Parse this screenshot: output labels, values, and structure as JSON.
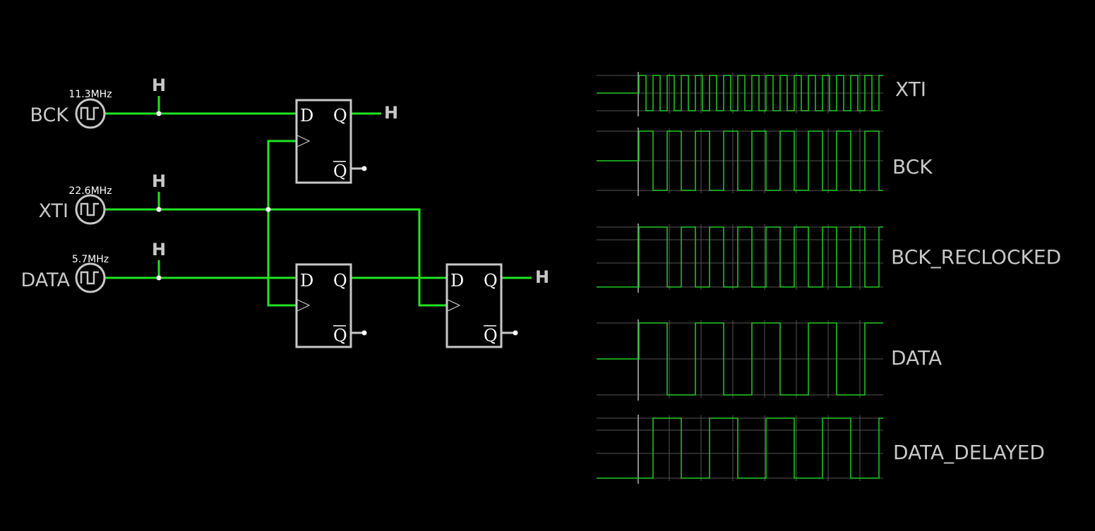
{
  "sources": [
    {
      "name": "BCK",
      "freq": "11.3MHz",
      "probe": "H"
    },
    {
      "name": "XTI",
      "freq": "22.6MHz",
      "probe": "H"
    },
    {
      "name": "DATA",
      "freq": "5.7MHz",
      "probe": "H"
    }
  ],
  "flipflops": [
    {
      "d": "D",
      "q": "Q",
      "qbar": "Q",
      "out_probe": "H"
    },
    {
      "d": "D",
      "q": "Q",
      "qbar": "Q"
    },
    {
      "d": "D",
      "q": "Q",
      "qbar": "Q",
      "out_probe": "H"
    }
  ],
  "traces": [
    {
      "name": "XTI",
      "edges": [
        905,
        915,
        925,
        935,
        945,
        955,
        965,
        975,
        985,
        995,
        1005,
        1015,
        1025,
        1035,
        1045,
        1055,
        1065,
        1075,
        1085,
        1095,
        1105,
        1115,
        1125,
        1135,
        1145,
        1155,
        1165,
        1175,
        1185,
        1195,
        1205,
        1215,
        1225,
        1235,
        1245
      ],
      "grid": [
        948,
        993,
        1038,
        1083,
        1128,
        1173,
        1218
      ]
    },
    {
      "name": "BCK",
      "edges": [
        905,
        925,
        945,
        965,
        985,
        1005,
        1025,
        1045,
        1065,
        1085,
        1105,
        1125,
        1145,
        1165,
        1185,
        1205,
        1225,
        1245
      ],
      "grid": [
        948,
        993,
        1038,
        1083,
        1128,
        1173,
        1218
      ]
    },
    {
      "name": "BCK_RECLOCKED",
      "edges": [
        905,
        945,
        965,
        985,
        1005,
        1025,
        1045,
        1065,
        1085,
        1105,
        1125,
        1145,
        1165,
        1185,
        1205,
        1225,
        1245
      ],
      "grid": [
        948,
        993,
        1038,
        1083,
        1128,
        1173,
        1218
      ]
    },
    {
      "name": "DATA",
      "edges": [
        905,
        945,
        985,
        1025,
        1065,
        1105,
        1145,
        1185,
        1225
      ],
      "grid": [
        948,
        993,
        1038,
        1083,
        1128,
        1173,
        1218
      ]
    },
    {
      "name": "DATA_DELAYED",
      "edges": [
        925,
        965,
        1005,
        1045,
        1085,
        1125,
        1165,
        1205,
        1245
      ],
      "grid": [
        948,
        993,
        1038,
        1083,
        1128,
        1173,
        1218
      ]
    }
  ],
  "colors": {
    "wire": "#22e322",
    "component": "#c8c8c8",
    "trace": "#22cc22",
    "background": "#000000"
  }
}
